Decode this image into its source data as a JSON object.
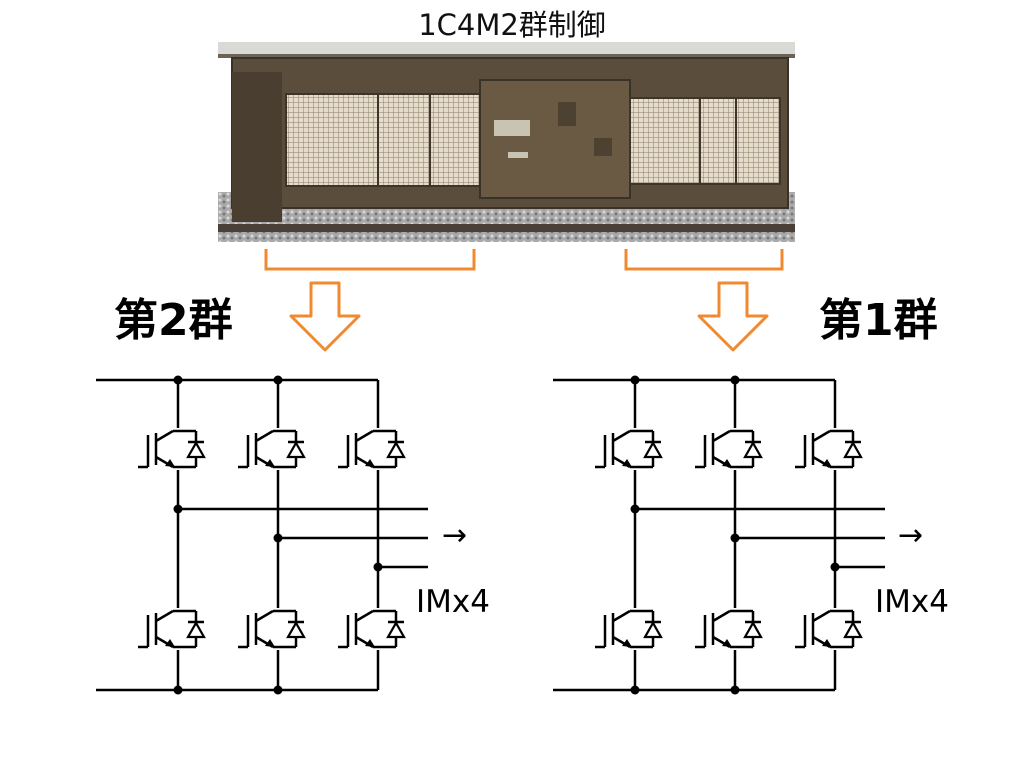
{
  "title": "1C4M2群制御",
  "groups": [
    {
      "label": "第2群",
      "motor_label": "IMx4"
    },
    {
      "label": "第1群",
      "motor_label": "IMx4"
    }
  ],
  "output_arrow": "→",
  "colors": {
    "accent": "#f08a30",
    "line": "#000000",
    "body": "#5b4d3b",
    "grille": "#d8c8b0",
    "ballast": "#9a9a9a"
  }
}
